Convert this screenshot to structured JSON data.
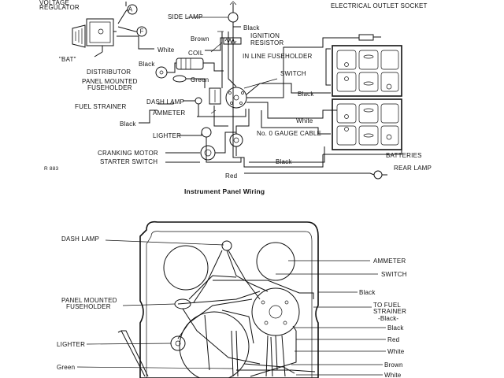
{
  "top": {
    "labels": {
      "voltage_regulator": "VOLTAGE\nREGULATOR",
      "bat": "\"BAT\"",
      "a": "A",
      "f": "F",
      "white1": "White",
      "side_lamp": "SIDE LAMP",
      "black_side": "Black",
      "brown": "Brown",
      "ignition_resistor": "IGNITION\nRESISTOR",
      "coil": "COIL",
      "black_dist": "Black",
      "distributor": "DISTRIBUTOR",
      "panel_fuseholder": "PANEL MOUNTED\nFUSEHOLDER",
      "green": "Green",
      "dash_lamp": "DASH LAMP",
      "fuel_strainer": "FUEL STRAINER",
      "ammeter": "AMMETER",
      "black_fs": "Black",
      "lighter": "LIGHTER",
      "cranking_motor": "CRANKING MOTOR",
      "starter_switch": "STARTER SWITCH",
      "red": "Red",
      "black_bottom": "Black",
      "electrical_outlet": "ELECTRICAL OUTLET SOCKET",
      "inline_fuseholder": "IN LINE FUSEHOLDER",
      "switch": "SWITCH",
      "black_right": "Black",
      "white_right": "White",
      "gauge_cable": "No. 0 GAUGE CABLE",
      "batteries": "BATTERIES",
      "rear_lamp": "REAR LAMP",
      "ref": "R 883"
    }
  },
  "section_title": "Instrument Panel Wiring",
  "bottom": {
    "labels": {
      "dash_lamp": "DASH LAMP",
      "ammeter": "AMMETER",
      "switch": "SWITCH",
      "panel_fuseholder": "PANEL MOUNTED\nFUSEHOLDER",
      "black1": "Black",
      "to_fuel_strainer": "TO FUEL\nSTRAINER\n-Black-",
      "black2": "Black",
      "red": "Red",
      "white1": "White",
      "lighter": "LIGHTER",
      "brown": "Brown",
      "green": "Green",
      "white2": "White"
    }
  }
}
